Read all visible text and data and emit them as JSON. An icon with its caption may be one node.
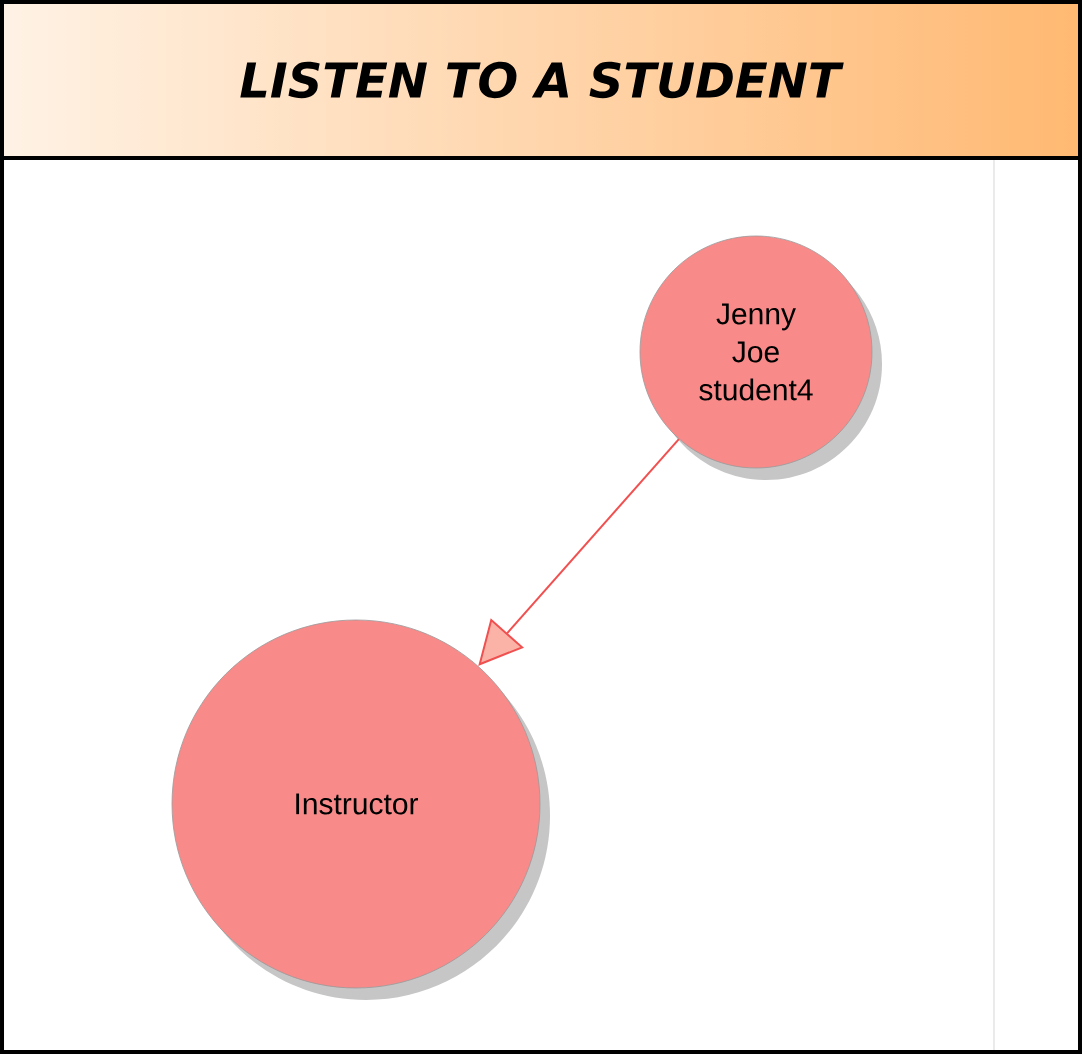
{
  "diagram": {
    "title": "LISTEN TO A STUDENT",
    "nodes": [
      {
        "text": [
          "Jenny",
          "Joe",
          "student4"
        ]
      },
      {
        "text": [
          "Instructor"
        ]
      }
    ],
    "edges": [
      {
        "from": 0,
        "to": 1,
        "arrow": "to"
      }
    ]
  }
}
